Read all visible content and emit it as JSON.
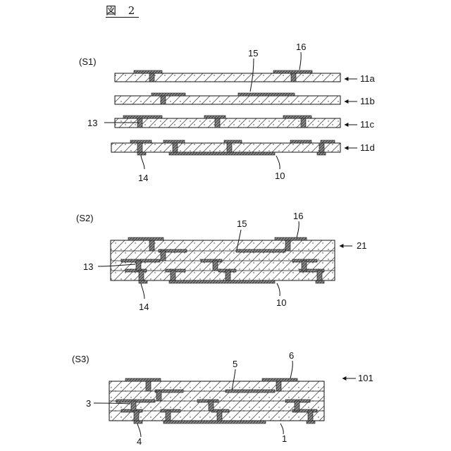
{
  "figure": {
    "title": "図 2"
  },
  "steps": [
    {
      "label": "(S1)",
      "callouts": [
        "15",
        "16",
        "11a",
        "11b",
        "11c",
        "11d",
        "13",
        "14",
        "10"
      ]
    },
    {
      "label": "(S2)",
      "callouts": [
        "15",
        "16",
        "21",
        "13",
        "14",
        "10"
      ]
    },
    {
      "label": "(S3)",
      "callouts": [
        "5",
        "6",
        "101",
        "3",
        "4",
        "1"
      ]
    }
  ],
  "colors": {
    "line": "#111111",
    "fill": "#ffffff",
    "conductor": "#6a6a6a"
  }
}
